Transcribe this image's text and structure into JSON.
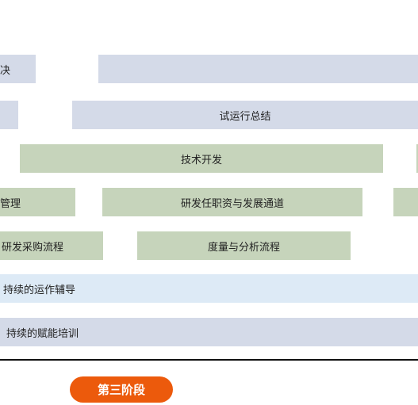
{
  "rows": {
    "r1_left": "决",
    "r1_right": "",
    "r2_left": "",
    "r2_right": "试运行总结",
    "r3_main": "技术开发",
    "r3_right": "",
    "r4_left": "管理",
    "r4_mid": "研发任职资与发展通道",
    "r4_right": "",
    "r5_left": "研发采购流程",
    "r5_mid": "度量与分析流程",
    "r6": "持续的运作辅导",
    "r7": "持续的赋能培训"
  },
  "stage_label": "第三阶段",
  "colors": {
    "slate": "#d4dae8",
    "green": "#c6d4bb",
    "light_blue": "#ddeaf6",
    "orange": "#ec5a0c",
    "divider": "#111111"
  }
}
